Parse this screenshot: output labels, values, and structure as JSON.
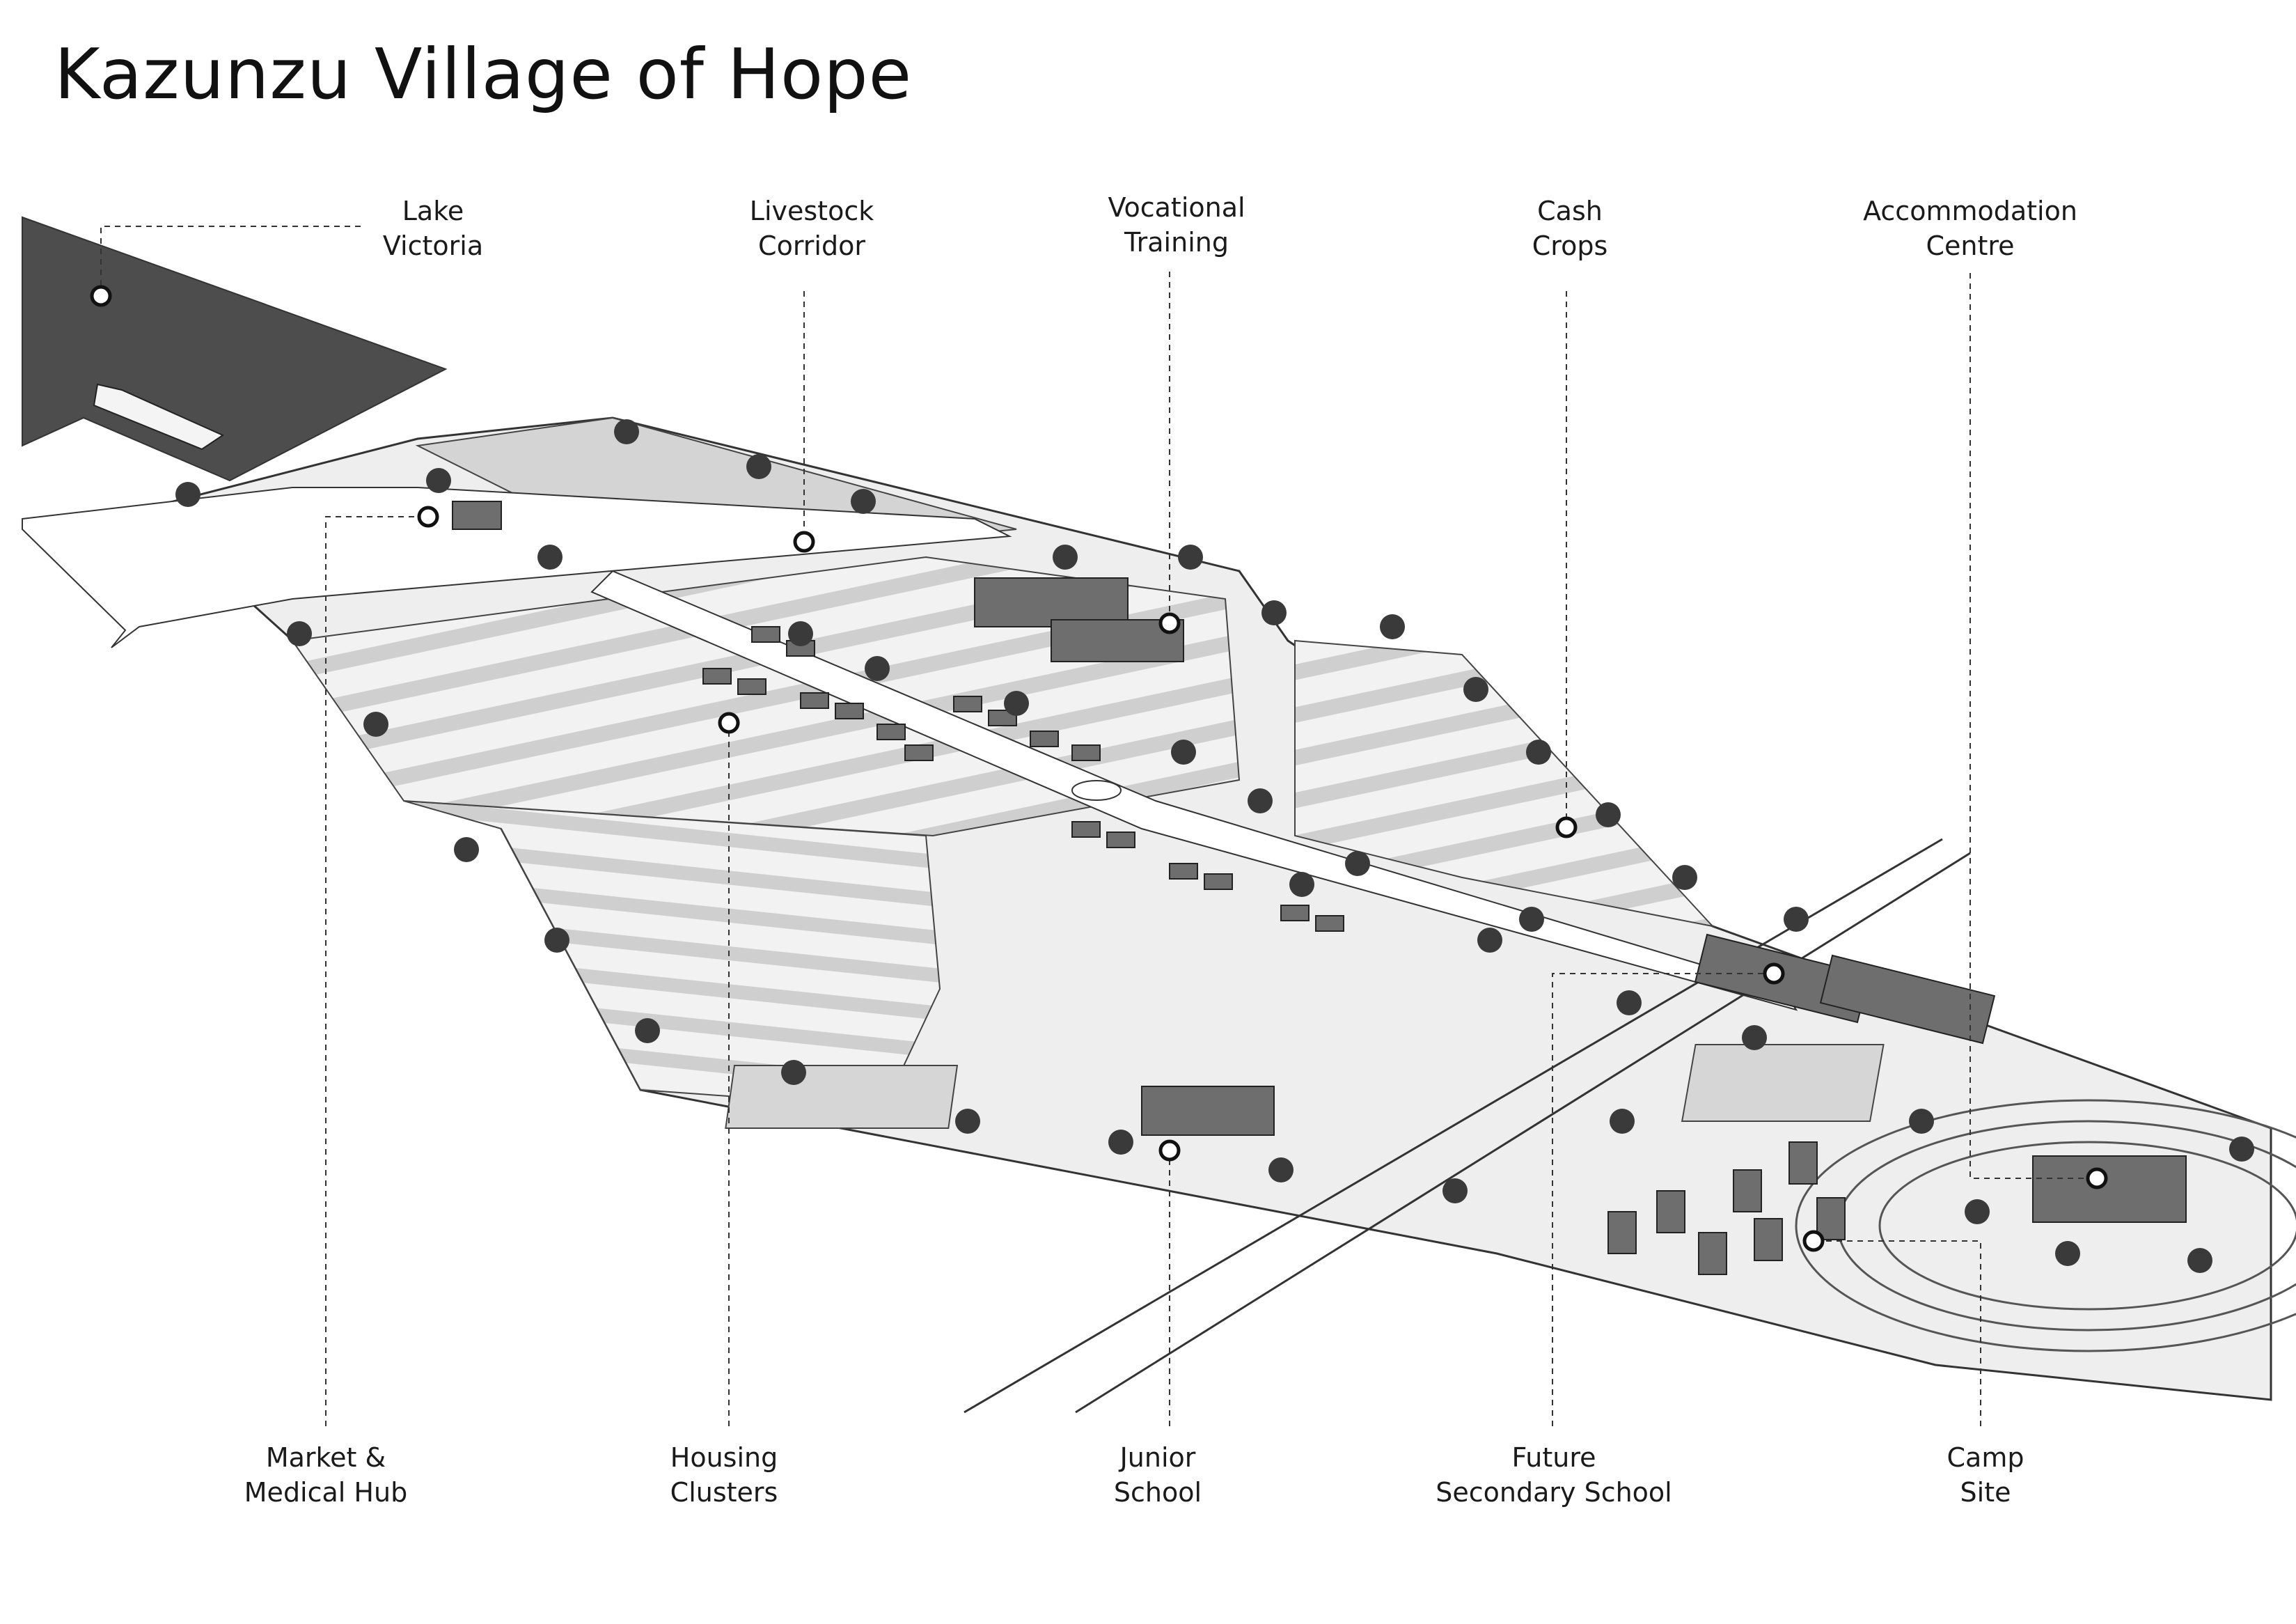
{
  "title": "Kazunzu Village of Hope",
  "colors": {
    "ink": "#1a1a1a",
    "water": "#4a4a4a",
    "field_light": "#e6e6e6",
    "field_mid": "#cdcdcd",
    "building": "#6e6e6e"
  },
  "labels": {
    "lake": [
      "Lake",
      "Victoria"
    ],
    "livestock": [
      "Livestock",
      "Corridor"
    ],
    "vocational": [
      "Vocational",
      "Training"
    ],
    "cash": [
      "Cash",
      "Crops"
    ],
    "accommodation": [
      "Accommodation",
      "Centre"
    ],
    "market": [
      "Market &",
      "Medical Hub"
    ],
    "housing": [
      "Housing",
      "Clusters"
    ],
    "junior": [
      "Junior",
      "School"
    ],
    "secondary": [
      "Future",
      "Secondary School"
    ],
    "camp": [
      "Camp",
      "Site"
    ]
  }
}
